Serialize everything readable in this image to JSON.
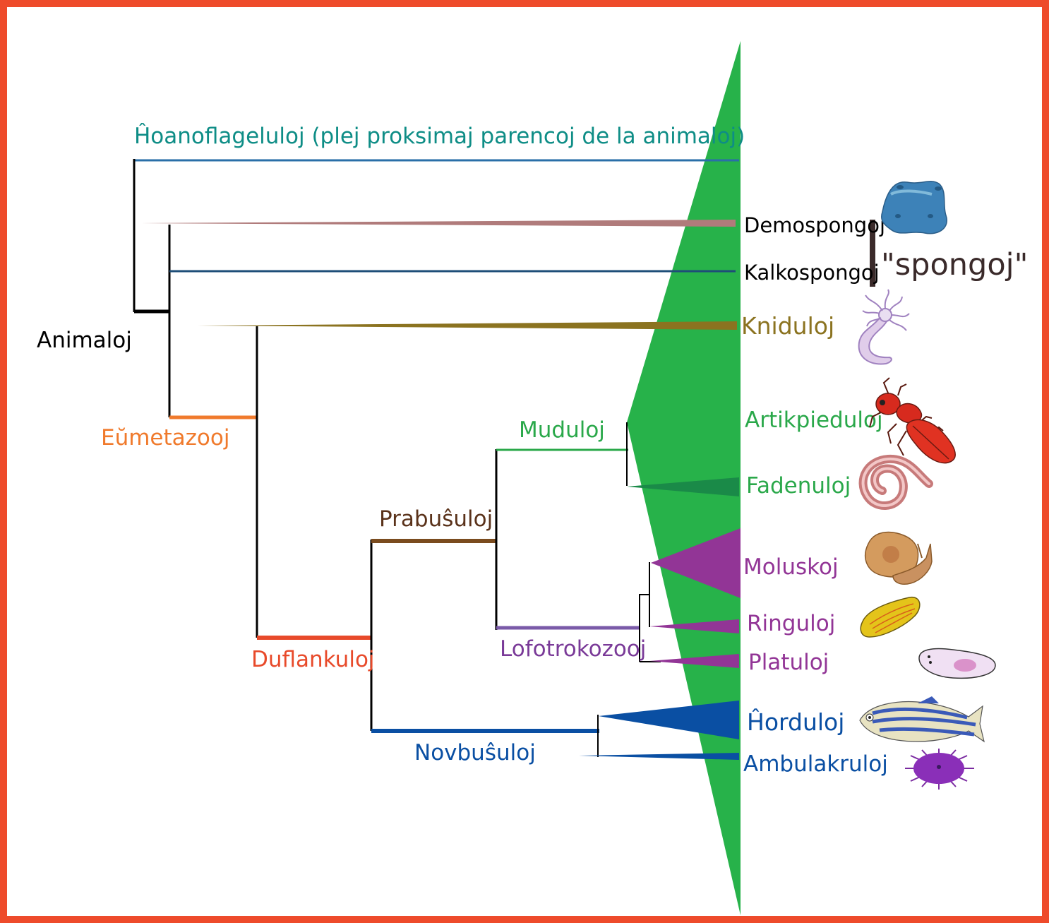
{
  "colors": {
    "frame": "#ee4b2b",
    "background": "#ffffff",
    "choano": "#0e8d86",
    "choano_line": "#2a6fa8",
    "demo": "#b07b7b",
    "kalko_line": "#1e4e78",
    "knidu": "#8b7320",
    "eumeta": "#f07a2c",
    "dufla": "#e84a2a",
    "prabu": "#7a4b1e",
    "prabu_label": "#5a321a",
    "mudu": "#2aa84a",
    "fade": "#1a8a48",
    "lofo": "#7a5aa8",
    "lofo_label": "#7a3a98",
    "mollusc": "#923596",
    "novbu": "#0a4fa3",
    "green_wedge": "#27b24a",
    "black": "#000000",
    "sponge_bar": "#3a2a2a"
  },
  "labels": {
    "choanoflagellates": "Ĥoanoflageluloj (plej proksimaj parencoj de la animaloj)",
    "animals": "Animaloj",
    "eumetazoa": "Eŭmetazooj",
    "bilateria": "Duflankuloj",
    "protostomes": "Prabuŝuloj",
    "ecdysozoa": "Muduloj",
    "lophotrochozoa": "Lofotrokozooj",
    "deuterostomes": "Novbuŝuloj",
    "sponges_group": "\"spongoj\""
  },
  "taxa": [
    {
      "name": "Demospongoj",
      "color": "#000000",
      "icon": "sponge-icon"
    },
    {
      "name": "Kalkospongoj",
      "color": "#000000",
      "icon": null
    },
    {
      "name": "Kniduloj",
      "color": "#8b7320",
      "icon": "hydra-icon"
    },
    {
      "name": "Artikpieduloj",
      "color": "#2aa84a",
      "icon": "beetle-icon"
    },
    {
      "name": "Fadenuloj",
      "color": "#2aa84a",
      "icon": "roundworm-icon"
    },
    {
      "name": "Moluskoj",
      "color": "#923596",
      "icon": "snail-icon"
    },
    {
      "name": "Ringuloj",
      "color": "#923596",
      "icon": "segmented-worm-icon"
    },
    {
      "name": "Platuloj",
      "color": "#923596",
      "icon": "flatworm-icon"
    },
    {
      "name": "Ĥorduloj",
      "color": "#0a4fa3",
      "icon": "fish-icon"
    },
    {
      "name": "Ambulakruloj",
      "color": "#0a4fa3",
      "icon": "sea-urchin-icon"
    }
  ]
}
